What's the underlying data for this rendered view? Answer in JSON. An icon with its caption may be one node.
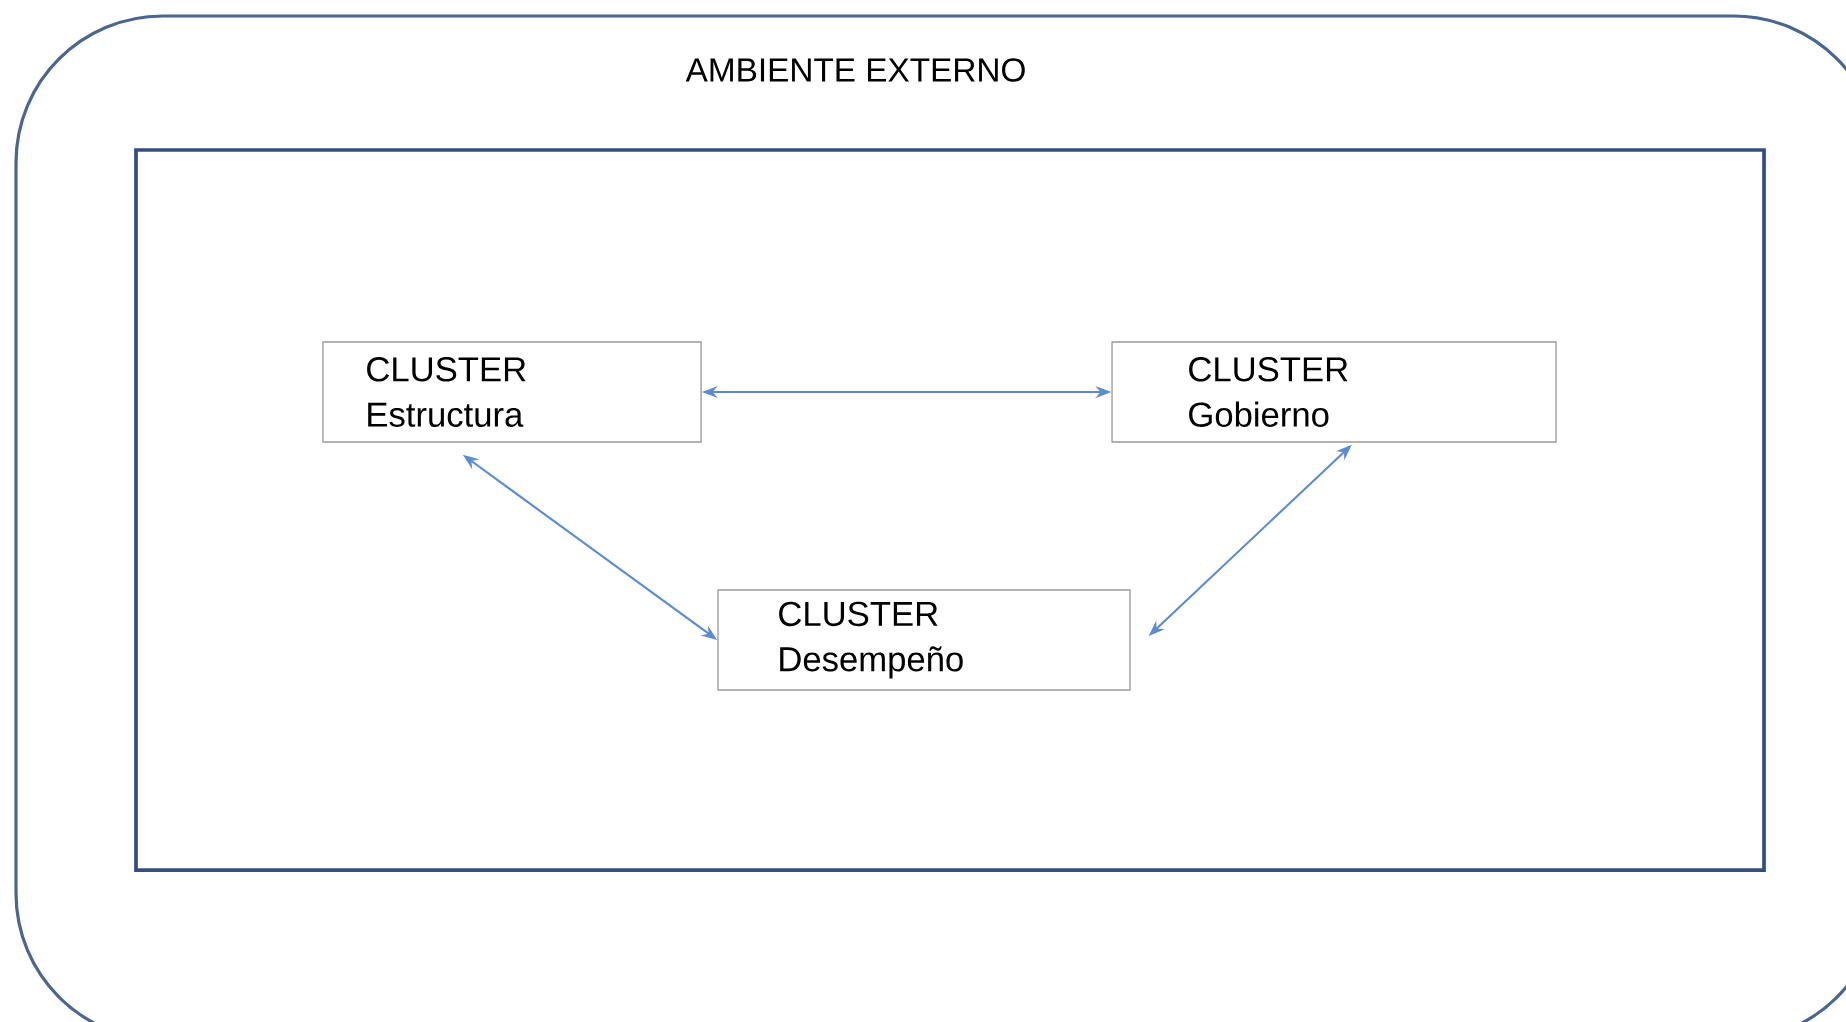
{
  "diagram": {
    "nodes": [
      {
        "text": [
          "AMBIENTE EXTERNO"
        ]
      },
      {
        "text": [],
        "shape": "box",
        "in": 0
      },
      {
        "text": [
          "CLUSTER Estructura"
        ],
        "in": 1
      },
      {
        "text": [
          "CLUSTER Gobierno"
        ],
        "in": 1
      },
      {
        "text": [
          "CLUSTER Desempeño"
        ],
        "in": 1
      }
    ],
    "edges": [
      {
        "from": 2,
        "to": 3,
        "arrow": "both"
      },
      {
        "from": 2,
        "to": 4,
        "arrow": "both"
      },
      {
        "from": 4,
        "to": 3,
        "arrow": "both"
      }
    ]
  }
}
